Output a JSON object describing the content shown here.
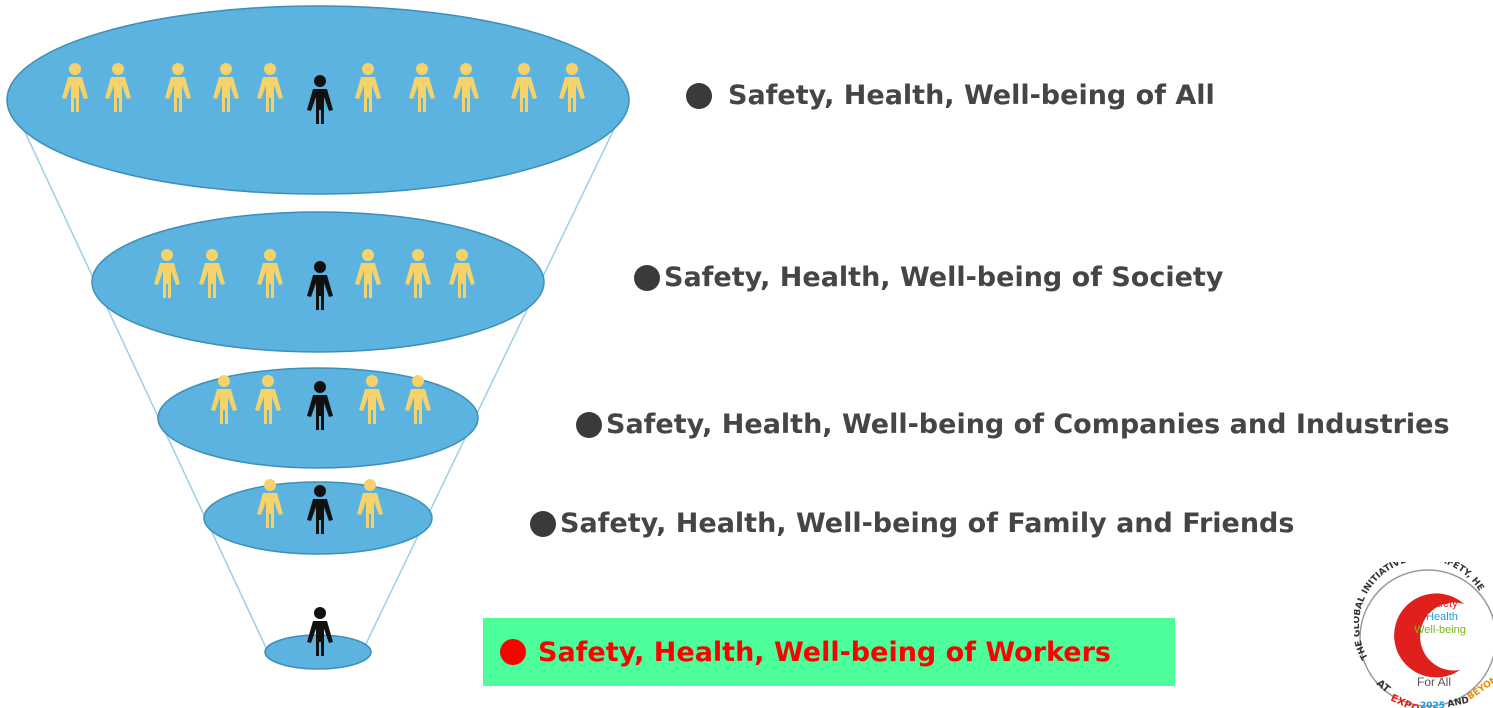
{
  "levels": [
    {
      "id": "all",
      "label": "Safety, Health, Well-being of All"
    },
    {
      "id": "society",
      "label": "Safety, Health, Well-being of Society"
    },
    {
      "id": "companies",
      "label": "Safety, Health, Well-being of Companies and Industries"
    },
    {
      "id": "family",
      "label": "Safety, Health, Well-being of Family and Friends"
    },
    {
      "id": "workers",
      "label": "Safety, Health, Well-being of Workers"
    }
  ],
  "logo": {
    "ring_text": "THE GLOBAL INITIATIVE FOR SAFETY, HEALTH",
    "bottom_text_1": "AT",
    "bottom_text_2": "EXPO",
    "bottom_text_3": "2025",
    "bottom_text_4": "AND",
    "bottom_text_5": "BEYOND",
    "line1": "Safety",
    "line2": "Health",
    "line3": "Well-being",
    "footer": "For All"
  },
  "colors": {
    "disc_fill": "#5cb3e0",
    "person_yellow": "#f5d26a",
    "person_black": "#111111",
    "highlight_box": "#4cff9a",
    "highlight_text": "#ff0000",
    "label_text": "#454545"
  }
}
